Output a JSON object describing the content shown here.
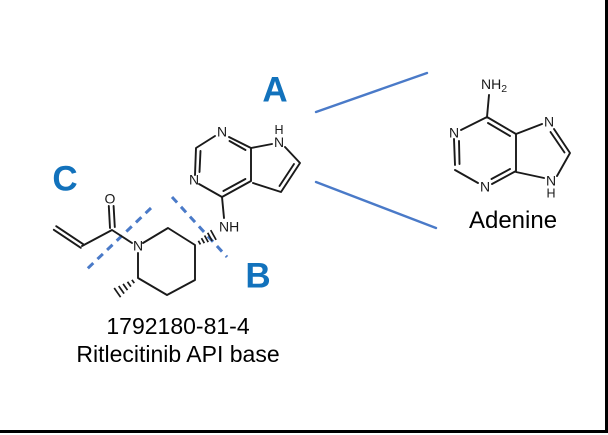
{
  "figure": {
    "ritlecitinib": {
      "cas_number": "1792180-81-4",
      "name": "Ritlecitinib API base",
      "atom_labels": {
        "nitrogen": "N",
        "oxygen": "O",
        "amine_nh": "NH",
        "hydrogen": "H"
      }
    },
    "adenine": {
      "name": "Adenine",
      "atom_labels": {
        "nitrogen": "N",
        "hydrogen": "H",
        "amino_nh": "NH",
        "amino_subscript": "2"
      }
    },
    "region_labels": {
      "a": "A",
      "b": "B",
      "c": "C"
    },
    "colors": {
      "region_label_blue": "#1272BC",
      "connector_blue": "#4A7AC8",
      "bond_black": "#1A1A1A",
      "border_black": "#000000"
    }
  }
}
